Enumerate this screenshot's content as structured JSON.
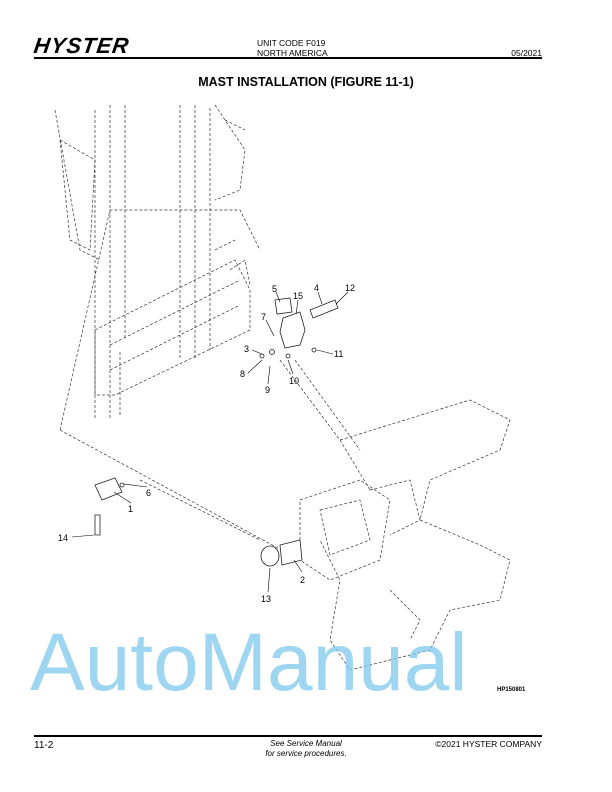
{
  "header": {
    "logo": "HYSTER",
    "unit_code": "UNIT CODE F019",
    "region": "NORTH AMERICA",
    "date": "05/2021"
  },
  "title": "MAST INSTALLATION (FIGURE 11-1)",
  "figure": {
    "id": "HP150801",
    "callouts": [
      "1",
      "2",
      "3",
      "4",
      "5",
      "6",
      "7",
      "8",
      "9",
      "10",
      "11",
      "12",
      "13",
      "14",
      "15"
    ]
  },
  "watermark": "AutoManual",
  "footer": {
    "page": "11-2",
    "note_line1": "See Service Manual",
    "note_line2": "for service procedures.",
    "copyright": "©2021 HYSTER COMPANY"
  },
  "colors": {
    "watermark": "#7ec8ec"
  }
}
